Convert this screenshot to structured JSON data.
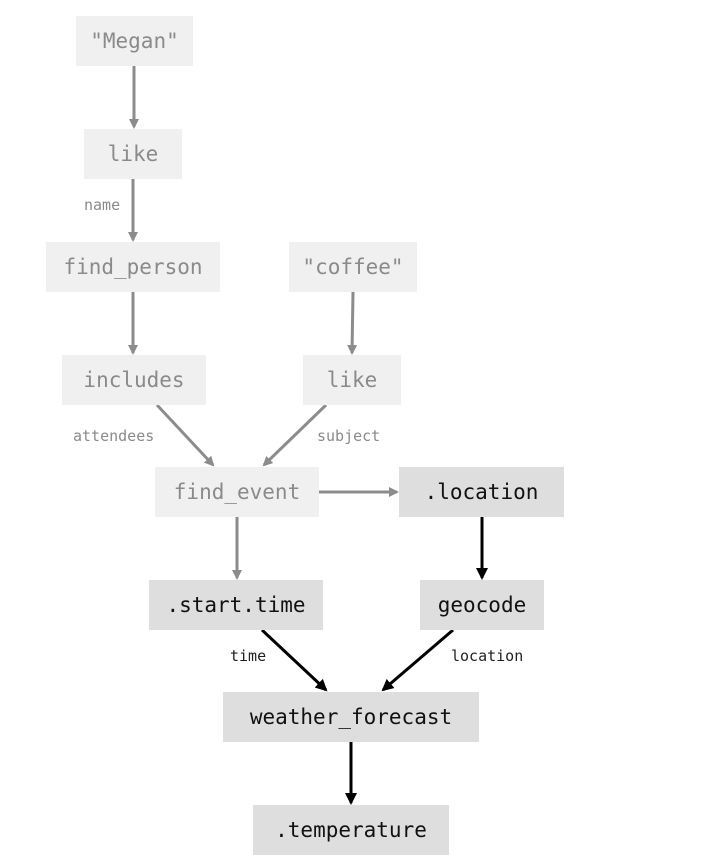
{
  "colors": {
    "faded_box": "#f0f0f0",
    "active_box": "#dedede",
    "faded_text": "#8a8a8a",
    "active_text": "#111111",
    "faded_arrow": "#8c8c8c",
    "active_arrow": "#000000"
  },
  "nodes": [
    {
      "id": "megan",
      "label": "\"Megan\"",
      "state": "faded"
    },
    {
      "id": "like1",
      "label": "like",
      "state": "faded"
    },
    {
      "id": "find_person",
      "label": "find_person",
      "state": "faded"
    },
    {
      "id": "coffee",
      "label": "\"coffee\"",
      "state": "faded"
    },
    {
      "id": "includes",
      "label": "includes",
      "state": "faded"
    },
    {
      "id": "like2",
      "label": "like",
      "state": "faded"
    },
    {
      "id": "find_event",
      "label": "find_event",
      "state": "faded"
    },
    {
      "id": "location",
      "label": ".location",
      "state": "active"
    },
    {
      "id": "start_time",
      "label": ".start.time",
      "state": "active"
    },
    {
      "id": "geocode",
      "label": "geocode",
      "state": "active"
    },
    {
      "id": "weather_forecast",
      "label": "weather_forecast",
      "state": "active"
    },
    {
      "id": "temperature",
      "label": ".temperature",
      "state": "active"
    }
  ],
  "edges": [
    {
      "from": "megan",
      "to": "like1",
      "label": "",
      "state": "faded"
    },
    {
      "from": "like1",
      "to": "find_person",
      "label": "name",
      "state": "faded"
    },
    {
      "from": "find_person",
      "to": "includes",
      "label": "",
      "state": "faded"
    },
    {
      "from": "coffee",
      "to": "like2",
      "label": "",
      "state": "faded"
    },
    {
      "from": "includes",
      "to": "find_event",
      "label": "attendees",
      "state": "faded"
    },
    {
      "from": "like2",
      "to": "find_event",
      "label": "subject",
      "state": "faded"
    },
    {
      "from": "find_event",
      "to": "location",
      "label": "",
      "state": "faded"
    },
    {
      "from": "find_event",
      "to": "start_time",
      "label": "",
      "state": "faded"
    },
    {
      "from": "location",
      "to": "geocode",
      "label": "",
      "state": "active"
    },
    {
      "from": "start_time",
      "to": "weather_forecast",
      "label": "time",
      "state": "active"
    },
    {
      "from": "geocode",
      "to": "weather_forecast",
      "label": "location",
      "state": "active"
    },
    {
      "from": "weather_forecast",
      "to": "temperature",
      "label": "",
      "state": "active"
    }
  ]
}
